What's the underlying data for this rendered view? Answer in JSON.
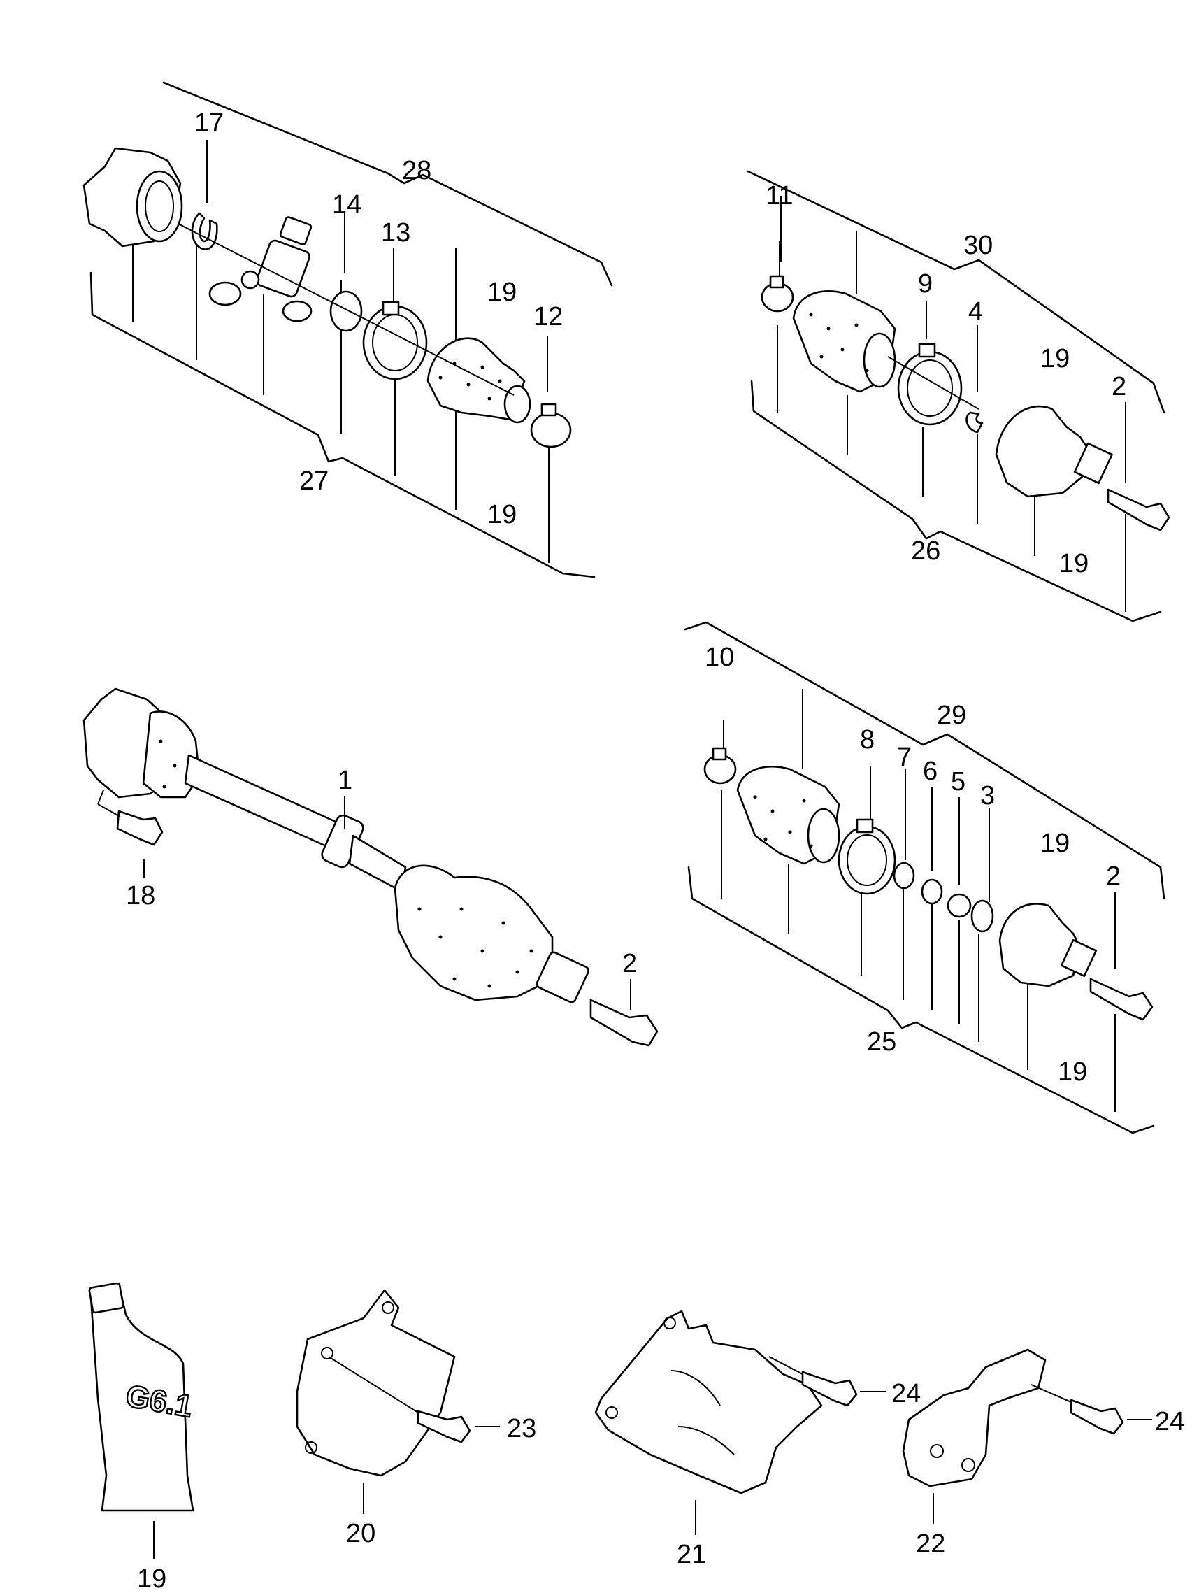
{
  "callouts": {
    "c1": "1",
    "c2a": "2",
    "c2b": "2",
    "c2c": "2",
    "c3": "3",
    "c4": "4",
    "c5": "5",
    "c6": "6",
    "c7": "7",
    "c8": "8",
    "c9": "9",
    "c10": "10",
    "c11": "11",
    "c12": "12",
    "c13": "13",
    "c14": "14",
    "c17": "17",
    "c18": "18",
    "c19a": "19",
    "c19b": "19",
    "c19c": "19",
    "c19d": "19",
    "c19e": "19",
    "c19f": "19",
    "c19g": "19",
    "c20": "20",
    "c21": "21",
    "c22": "22",
    "c23": "23",
    "c24a": "24",
    "c24b": "24",
    "c25": "25",
    "c26": "26",
    "c27": "27",
    "c28": "28",
    "c29": "29",
    "c30": "30"
  },
  "tube_label": "G6.1"
}
